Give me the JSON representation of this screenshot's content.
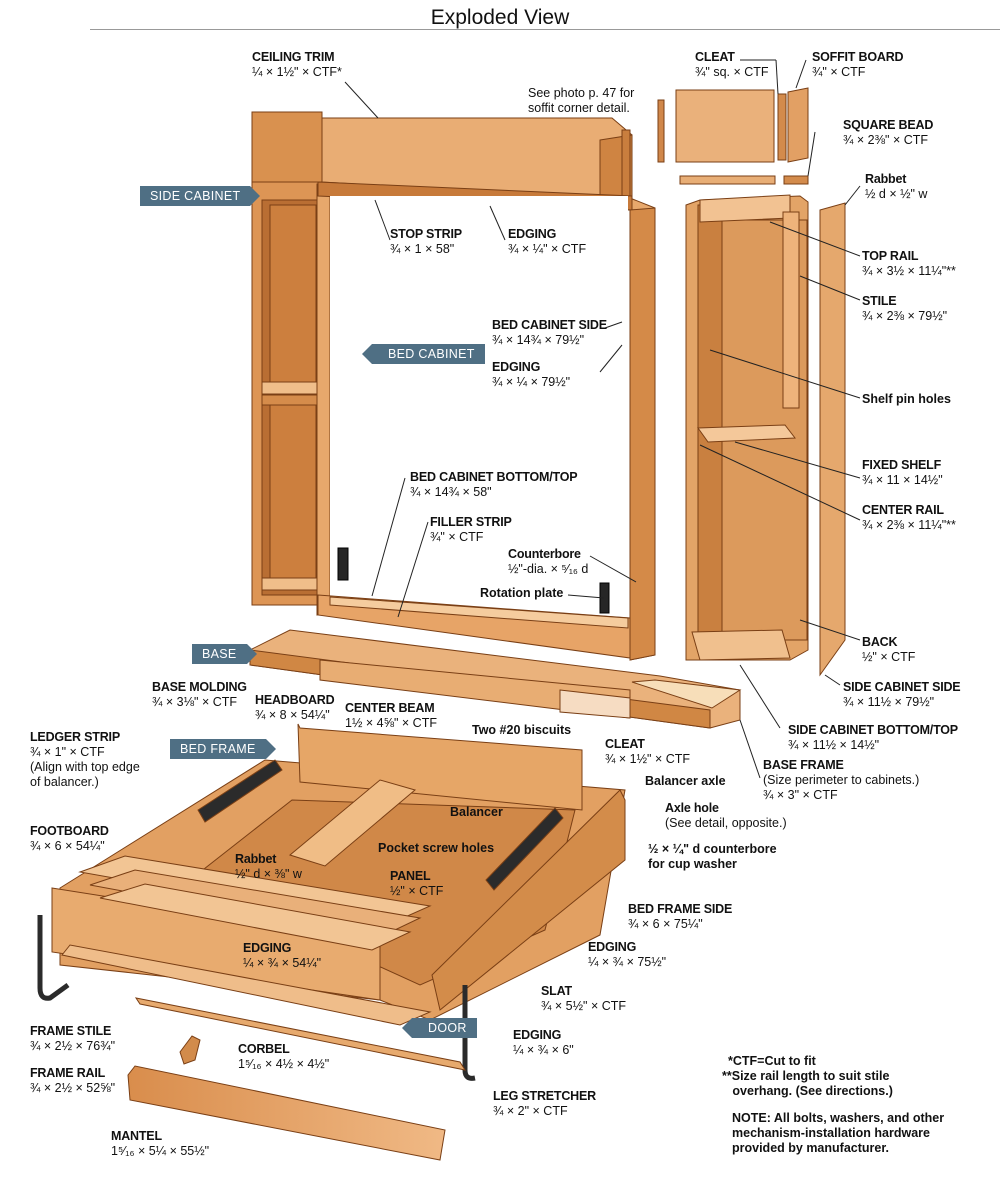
{
  "title": "Exploded View",
  "parts": {
    "ceiling_trim": {
      "name": "CEILING TRIM",
      "dim": "¼ × 1½\" × CTF*"
    },
    "soffit_note": "See photo p. 47 for\nsoffit corner detail.",
    "cleat_top": {
      "name": "CLEAT",
      "dim": "¾\" sq. × CTF"
    },
    "soffit_board": {
      "name": "SOFFIT BOARD",
      "dim": "¾\" × CTF"
    },
    "square_bead": {
      "name": "SQUARE BEAD",
      "dim": "¾ × 2⅜\" × CTF"
    },
    "rabbet_side": {
      "name": "Rabbet",
      "dim": "½ d × ½\" w"
    },
    "top_rail": {
      "name": "TOP RAIL",
      "dim": "¾ × 3½ × 11¼\"**"
    },
    "stile": {
      "name": "STILE",
      "dim": "¾ × 2⅜ × 79½\""
    },
    "shelf_pin_holes": "Shelf pin holes",
    "fixed_shelf": {
      "name": "FIXED SHELF",
      "dim": "¾ × 11 × 14½\""
    },
    "center_rail": {
      "name": "CENTER RAIL",
      "dim": "¾ × 2⅜ × 11¼\"**"
    },
    "back": {
      "name": "BACK",
      "dim": "½\" × CTF"
    },
    "side_cabinet_side": {
      "name": "SIDE CABINET SIDE",
      "dim": "¾ × 11½ × 79½\""
    },
    "side_cabinet_bottom_top": {
      "name": "SIDE CABINET BOTTOM/TOP",
      "dim": "¾ × 11½ × 14½\""
    },
    "base_frame": {
      "name": "BASE FRAME",
      "dim": "(Size perimeter to cabinets.)\n¾ × 3\" × CTF"
    },
    "stop_strip": {
      "name": "STOP STRIP",
      "dim": "¾ × 1 × 58\""
    },
    "edging_top": {
      "name": "EDGING",
      "dim": "¾ × ¼\" × CTF"
    },
    "bed_cabinet_side": {
      "name": "BED CABINET SIDE",
      "dim": "¾ × 14¾ × 79½\""
    },
    "edging_side": {
      "name": "EDGING",
      "dim": "¾ × ¼ × 79½\""
    },
    "bed_cabinet_bottom_top": {
      "name": "BED CABINET BOTTOM/TOP",
      "dim": "¾ × 14¾ × 58\""
    },
    "filler_strip": {
      "name": "FILLER STRIP",
      "dim": "¾\" × CTF"
    },
    "counterbore": {
      "name": "Counterbore",
      "dim": "½\"-dia. × ⁵⁄₁₆ d"
    },
    "rotation_plate": "Rotation plate",
    "base_molding": {
      "name": "BASE MOLDING",
      "dim": "¾ × 3⅛\" × CTF"
    },
    "headboard": {
      "name": "HEADBOARD",
      "dim": "¾ × 8 × 54¼\""
    },
    "center_beam": {
      "name": "CENTER BEAM",
      "dim": "1½ × 4⅝\" × CTF"
    },
    "biscuits": "Two #20 biscuits",
    "cleat_bed": {
      "name": "CLEAT",
      "dim": "¾ × 1½\" × CTF"
    },
    "balancer_axle": "Balancer axle",
    "balancer": "Balancer",
    "axle_hole": {
      "name": "Axle hole",
      "dim": "(See detail, opposite.)"
    },
    "cup_washer": "½ × ¼\" d counterbore\nfor cup washer",
    "ledger_strip": {
      "name": "LEDGER STRIP",
      "dim": "¾ × 1\" × CTF\n(Align with top edge\nof balancer.)"
    },
    "footboard": {
      "name": "FOOTBOARD",
      "dim": "¾ × 6 × 54¼\""
    },
    "pocket_screw_holes": "Pocket screw holes",
    "rabbet_bed": {
      "name": "Rabbet",
      "dim": "½\" d × ⅜\" w"
    },
    "panel": {
      "name": "PANEL",
      "dim": "½\" × CTF"
    },
    "bed_frame_side": {
      "name": "BED FRAME SIDE",
      "dim": "¾ × 6 × 75¼\""
    },
    "edging_bed_side": {
      "name": "EDGING",
      "dim": "¼ × ¾ × 75½\""
    },
    "edging_footboard": {
      "name": "EDGING",
      "dim": "¼ × ¾ × 54¼\""
    },
    "slat": {
      "name": "SLAT",
      "dim": "¾ × 5½\" × CTF"
    },
    "edging_door": {
      "name": "EDGING",
      "dim": "¼ × ¾ × 6\""
    },
    "frame_stile": {
      "name": "FRAME STILE",
      "dim": "¾ × 2½ × 76¾\""
    },
    "frame_rail": {
      "name": "FRAME RAIL",
      "dim": "¾ × 2½ × 52⅝\""
    },
    "corbel": {
      "name": "CORBEL",
      "dim": "1⁵⁄₁₆ × 4½ × 4½\""
    },
    "leg_stretcher": {
      "name": "LEG STRETCHER",
      "dim": "¾ × 2\" × CTF"
    },
    "mantel": {
      "name": "MANTEL",
      "dim": "1⁵⁄₁₆ × 5¼ × 55½\""
    }
  },
  "tags": {
    "side_cabinet": "SIDE CABINET",
    "bed_cabinet": "BED CABINET",
    "base": "BASE",
    "bed_frame": "BED FRAME",
    "door": "DOOR"
  },
  "notes": {
    "ctf": "*CTF=Cut to fit",
    "rail": "**Size rail length to suit stile\n   overhang. (See directions.)",
    "hardware": "NOTE: All bolts, washers, and other\nmechanism-installation hardware\nprovided by manufacturer."
  },
  "colors": {
    "wood_light": "#e9b07a",
    "wood_mid": "#d4894a",
    "wood_dark": "#a85f2c",
    "tag_blue": "#4f6f84",
    "metal": "#2b2b2b"
  }
}
